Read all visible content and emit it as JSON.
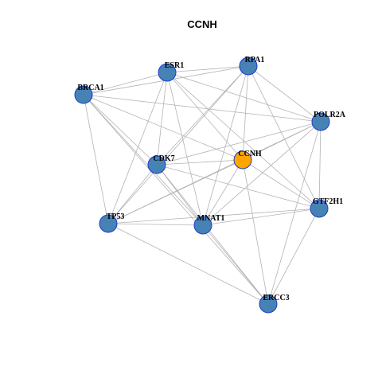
{
  "graph": {
    "title": "CCNH",
    "colors": {
      "node_fill": "#4682B4",
      "node_stroke": "#1f3bd1",
      "focus_fill": "#FFA500",
      "focus_stroke": "#1f3bd1",
      "edge": "#b3b3b3"
    },
    "nodes": [
      {
        "id": "ESR1",
        "label": "ESR1",
        "focus": false
      },
      {
        "id": "RPA1",
        "label": "RPA1",
        "focus": false
      },
      {
        "id": "BRCA1",
        "label": "BRCA1",
        "focus": false
      },
      {
        "id": "POLR2A",
        "label": "POLR2A",
        "focus": false
      },
      {
        "id": "CCNH",
        "label": "CCNH",
        "focus": true
      },
      {
        "id": "CDK7",
        "label": "CDK7",
        "focus": false
      },
      {
        "id": "GTF2H1",
        "label": "GTF2H1",
        "focus": false
      },
      {
        "id": "TP53",
        "label": "TP53",
        "focus": false
      },
      {
        "id": "MNAT1",
        "label": "MNAT1",
        "focus": false
      },
      {
        "id": "ERCC3",
        "label": "ERCC3",
        "focus": false
      }
    ],
    "edges": [
      [
        "ESR1",
        "RPA1"
      ],
      [
        "ESR1",
        "BRCA1"
      ],
      [
        "ESR1",
        "POLR2A"
      ],
      [
        "ESR1",
        "CCNH"
      ],
      [
        "ESR1",
        "CDK7"
      ],
      [
        "ESR1",
        "TP53"
      ],
      [
        "ESR1",
        "MNAT1"
      ],
      [
        "ESR1",
        "GTF2H1"
      ],
      [
        "RPA1",
        "BRCA1"
      ],
      [
        "RPA1",
        "POLR2A"
      ],
      [
        "RPA1",
        "CCNH"
      ],
      [
        "RPA1",
        "CDK7"
      ],
      [
        "RPA1",
        "TP53"
      ],
      [
        "RPA1",
        "MNAT1"
      ],
      [
        "RPA1",
        "GTF2H1"
      ],
      [
        "BRCA1",
        "POLR2A"
      ],
      [
        "BRCA1",
        "CCNH"
      ],
      [
        "BRCA1",
        "CDK7"
      ],
      [
        "BRCA1",
        "TP53"
      ],
      [
        "BRCA1",
        "MNAT1"
      ],
      [
        "BRCA1",
        "ERCC3"
      ],
      [
        "POLR2A",
        "CCNH"
      ],
      [
        "POLR2A",
        "CDK7"
      ],
      [
        "POLR2A",
        "TP53"
      ],
      [
        "POLR2A",
        "MNAT1"
      ],
      [
        "POLR2A",
        "GTF2H1"
      ],
      [
        "POLR2A",
        "ERCC3"
      ],
      [
        "CCNH",
        "CDK7"
      ],
      [
        "CCNH",
        "TP53"
      ],
      [
        "CCNH",
        "MNAT1"
      ],
      [
        "CCNH",
        "GTF2H1"
      ],
      [
        "CCNH",
        "ERCC3"
      ],
      [
        "CDK7",
        "TP53"
      ],
      [
        "CDK7",
        "MNAT1"
      ],
      [
        "CDK7",
        "GTF2H1"
      ],
      [
        "CDK7",
        "ERCC3"
      ],
      [
        "TP53",
        "MNAT1"
      ],
      [
        "TP53",
        "GTF2H1"
      ],
      [
        "TP53",
        "ERCC3"
      ],
      [
        "MNAT1",
        "GTF2H1"
      ],
      [
        "MNAT1",
        "ERCC3"
      ],
      [
        "GTF2H1",
        "ERCC3"
      ]
    ]
  }
}
